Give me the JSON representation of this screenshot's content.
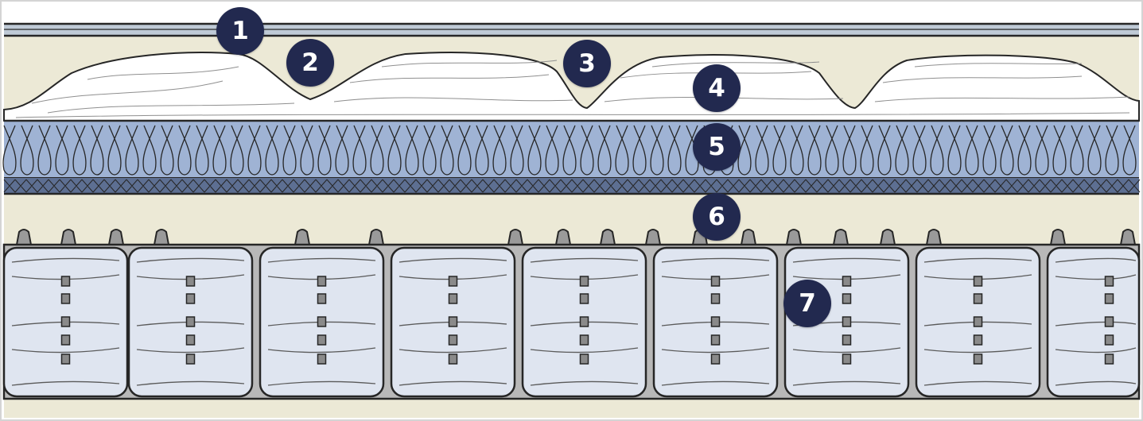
{
  "colors": {
    "frame": "#d4d4d4",
    "cover_band": "#bfcad6",
    "background_cream": "#ece9d6",
    "fiber_fill": "#ffffff",
    "foam_blue": "#9fb3d4",
    "mesh_dark": "#5d6f92",
    "coil_fill": "#dfe5f0",
    "outline": "#262626",
    "marker_fill": "#22294f",
    "marker_text": "#ffffff"
  },
  "layers": [
    {
      "label": "1",
      "icon": "cover-layer"
    },
    {
      "label": "2",
      "icon": "quilted-comfort-layer"
    },
    {
      "label": "3",
      "icon": "quilted-comfort-layer"
    },
    {
      "label": "4",
      "icon": "fiber-fill-layer"
    },
    {
      "label": "5",
      "icon": "foam-layer"
    },
    {
      "label": "6",
      "icon": "insulator-layer"
    },
    {
      "label": "7",
      "icon": "pocket-coil-layer"
    }
  ]
}
